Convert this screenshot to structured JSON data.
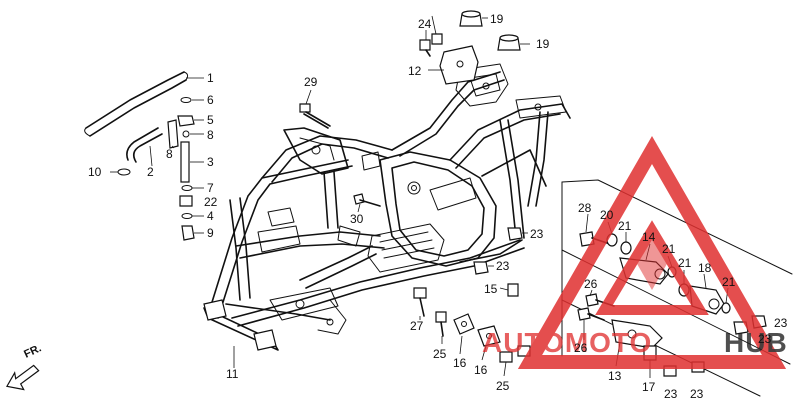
{
  "labels": {
    "l1": "1",
    "l6": "6",
    "l5": "5",
    "l8a": "8",
    "l8b": "8",
    "l3": "3",
    "l2": "2",
    "l10": "10",
    "l7": "7",
    "l22": "22",
    "l4": "4",
    "l9": "9",
    "l11": "11",
    "l29": "29",
    "l30": "30",
    "l24": "24",
    "l19a": "19",
    "l19b": "19",
    "l12": "12",
    "l23a": "23",
    "l23b": "23",
    "l15": "15",
    "l27": "27",
    "l25a": "25",
    "l16a": "16",
    "l16b": "16",
    "l25b": "25",
    "l28": "28",
    "l20": "20",
    "l21a": "21",
    "l14": "14",
    "l21b": "21",
    "l21c": "21",
    "l18": "18",
    "l21d": "21",
    "l26a": "26",
    "l26b": "26",
    "l23c": "23",
    "l23d": "23",
    "l13": "13",
    "l17": "17",
    "l23e": "23",
    "l23f": "23"
  },
  "direction_label": "FR.",
  "watermark": {
    "brand_left": "AUTOMOTO",
    "brand_right": "HUB",
    "color_red": "#e03030",
    "color_dark": "#1a1a1a"
  },
  "colors": {
    "ink": "#111111",
    "background": "#ffffff"
  }
}
